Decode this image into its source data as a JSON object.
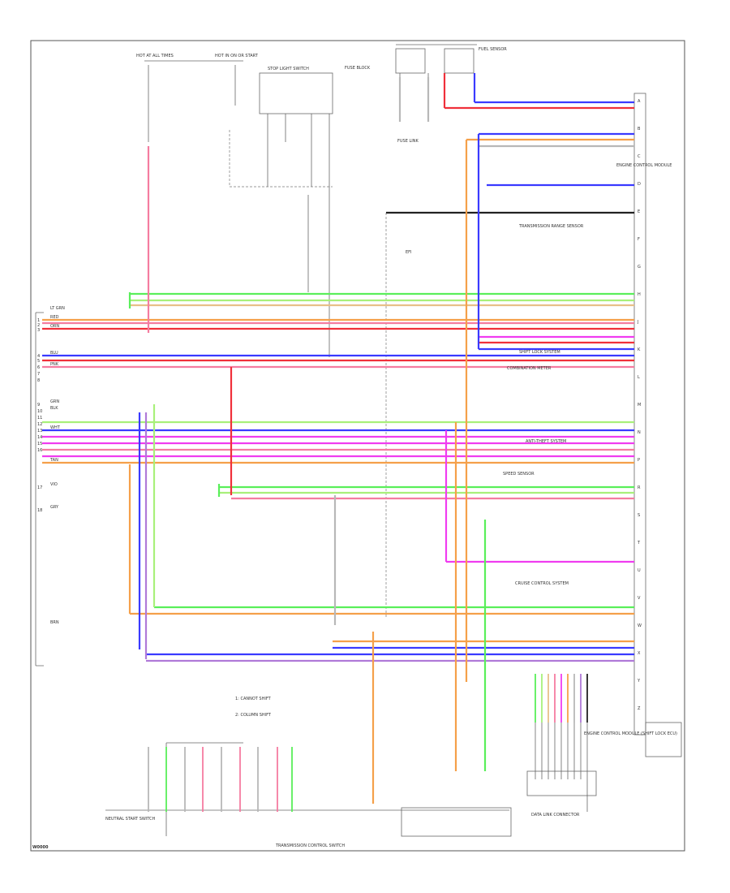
{
  "diagram": {
    "footer_code": "W0000",
    "legend": {
      "line1": "1: CANNOT SHIFT",
      "line2": "2: COLUMN SHIFT"
    },
    "colors": {
      "black": "#222222",
      "red": "#f0303a",
      "pink": "#f57ca0",
      "blue": "#3a3aff",
      "green": "#5aef5a",
      "lightgreen": "#a8f07a",
      "orange": "#f5a04a",
      "tan": "#e8c088",
      "magenta": "#f03cf0",
      "gray": "#b8b8b8",
      "violet": "#b07ad8"
    },
    "labels": {
      "top_hot_left": "HOT AT ALL TIMES",
      "top_hot_mid": "HOT IN ON OR START",
      "top_stop_header": "STOP LIGHT SWITCH",
      "fuel_sensor_hdr": "FUEL SENSOR",
      "fuse_block": "FUSE BLOCK",
      "fuse_link": "FUSE LINK",
      "ecm_tr": "ENGINE CONTROL MODULE",
      "ecm_bottom_right": "ENGINE CONTROL MODULE (SHIFT LOCK ECU)",
      "trans_range": "TRANSMISSION RANGE SENSOR",
      "bottom_center": "TRANSMISSION CONTROL SWITCH",
      "bottom_left": "NEUTRAL START SWITCH",
      "bottom_right_conn": "DATA LINK CONNECTOR",
      "shift_lock": "SHIFT LOCK SYSTEM",
      "cruise": "CRUISE CONTROL SYSTEM",
      "anti_theft": "ANTI-THEFT SYSTEM",
      "combination": "COMBINATION METER",
      "speed_sensor": "SPEED SENSOR",
      "center_note": "EFI"
    },
    "pins_left": [
      "1",
      "2",
      "3",
      "4",
      "5",
      "6",
      "7",
      "8",
      "9",
      "10",
      "11",
      "12",
      "13",
      "14",
      "15",
      "16",
      "17",
      "18"
    ],
    "pins_right": [
      "A",
      "B",
      "C",
      "D",
      "E",
      "F",
      "G",
      "H",
      "J",
      "K",
      "L",
      "M",
      "N",
      "P",
      "R",
      "S",
      "T",
      "U",
      "V",
      "W",
      "X",
      "Y",
      "Z"
    ],
    "wire_tags": [
      "LT GRN",
      "RED",
      "ORN",
      "BLU",
      "PNK",
      "GRN",
      "BLK",
      "WHT",
      "TAN",
      "VIO",
      "GRY",
      "BRN"
    ]
  }
}
